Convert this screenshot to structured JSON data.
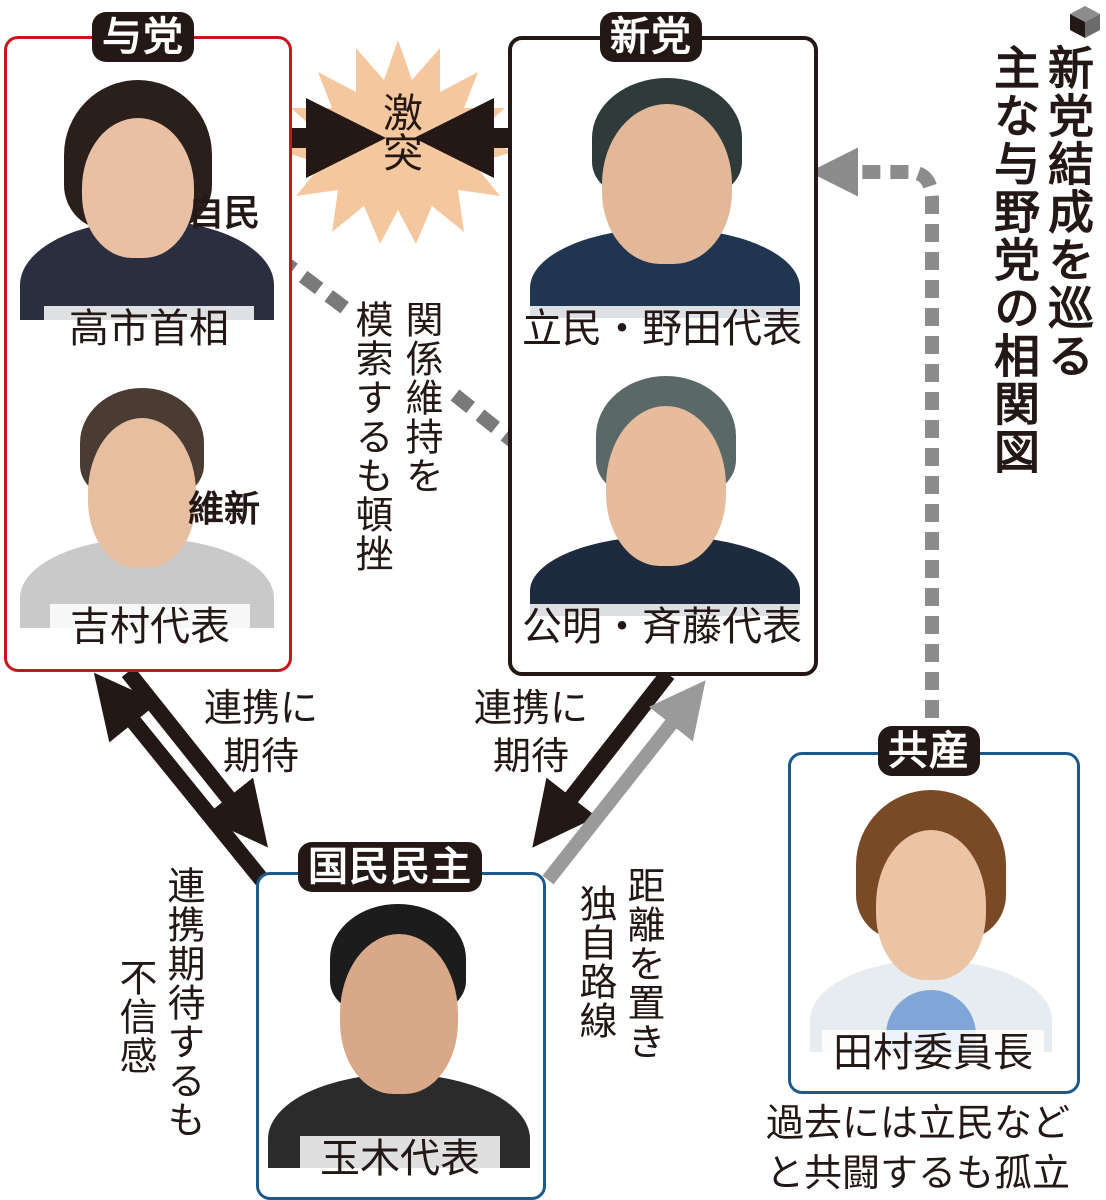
{
  "title": {
    "icon": "cube-icon",
    "lines": [
      "新党結成を巡る",
      "主な与野党の相関図"
    ]
  },
  "groups": {
    "ruling": {
      "label": "与党",
      "border_color": "#c8161d"
    },
    "new_party": {
      "label": "新党",
      "border_color": "#231815"
    },
    "dpfp": {
      "label": "国民民主",
      "border_color": "#1d5a8c"
    },
    "jcp": {
      "label": "共産",
      "border_color": "#1d5a8c"
    }
  },
  "people": {
    "takaichi": {
      "caption": "高市首相",
      "party": "自民"
    },
    "yoshimura": {
      "caption": "吉村代表",
      "party": "維新"
    },
    "noda": {
      "caption": "立民・野田代表"
    },
    "saito": {
      "caption": "公明・斉藤代表"
    },
    "tamaki": {
      "caption": "玉木代表"
    },
    "tamura": {
      "caption": "田村委員長"
    }
  },
  "relations": {
    "clash": {
      "label": "激突",
      "color": "#f4c79f"
    },
    "ldp_komeito": {
      "line1": "関係維持を",
      "line2": "模索するも頓挫"
    },
    "ruling_to_dpfp": {
      "line1": "連携に",
      "line2": "期待"
    },
    "new_to_dpfp": {
      "line1": "連携に",
      "line2": "期待"
    },
    "dpfp_to_ruling": {
      "line1": "連携期待するも",
      "line2": "不信感"
    },
    "dpfp_to_new": {
      "line1": "距離を置き",
      "line2": "独自路線"
    },
    "jcp_note": {
      "line1": "過去には立民など",
      "line2": "と共闘するも孤立"
    }
  },
  "colors": {
    "arrow_dark": "#231815",
    "arrow_gray": "#8c8c8c",
    "dashed_gray": "#7a7a7a"
  }
}
